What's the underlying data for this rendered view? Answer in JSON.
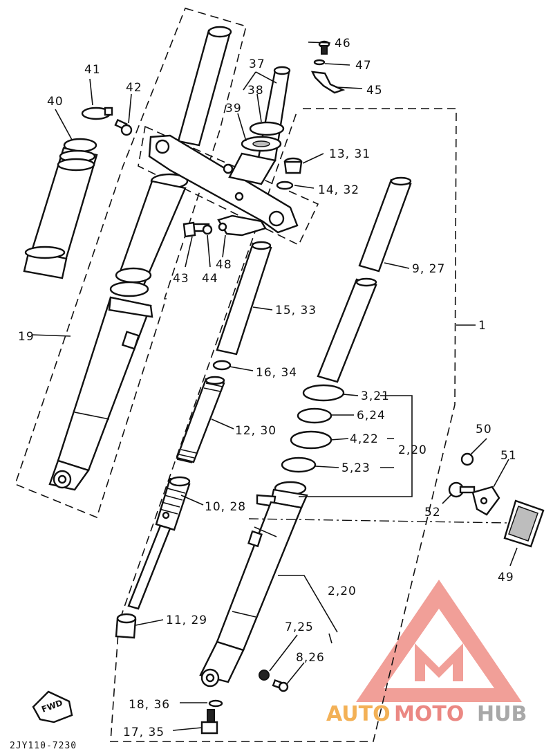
{
  "diagram": {
    "code": "2JY110-7230",
    "fwd_label": "FWD",
    "callouts": {
      "c1": "1",
      "c2_20_a": "2,20",
      "c2_20_b": "2,20",
      "c3_21": "3,21",
      "c4_22": "4,22",
      "c5_23": "5,23",
      "c6_24": "6,24",
      "c7_25": "7,25",
      "c8_26": "8,26",
      "c9_27": "9, 27",
      "c10_28": "10, 28",
      "c11_29": "11, 29",
      "c12_30": "12, 30",
      "c13_31": "13, 31",
      "c14_32": "14, 32",
      "c15_33": "15, 33",
      "c16_34": "16, 34",
      "c17_35": "17, 35",
      "c18_36": "18, 36",
      "c19": "19",
      "c37": "37",
      "c38": "38",
      "c39": "39",
      "c40": "40",
      "c41": "41",
      "c42": "42",
      "c43": "43",
      "c44": "44",
      "c45": "45",
      "c46": "46",
      "c47": "47",
      "c48": "48",
      "c49": "49",
      "c50": "50",
      "c51": "51",
      "c52": "52"
    }
  },
  "watermark": {
    "brand_part1": "AUTO",
    "brand_part2": "MOTO",
    "brand_part3": "HUB",
    "color_orange": "#f2a43a",
    "color_red": "#e8746e",
    "color_grey": "#9a9a9a"
  }
}
